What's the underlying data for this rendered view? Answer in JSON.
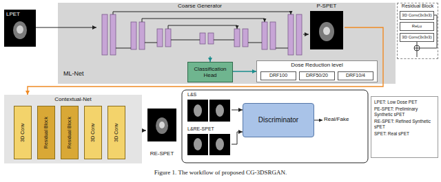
{
  "diagram": {
    "caption": "Figure 1. The workflow of proposed CG-3DSRGAN.",
    "nodes": [
      {
        "text": [
          "LPET"
        ]
      },
      {
        "text": [
          "ML-Net"
        ]
      },
      {
        "text": [
          "Coarse Generator"
        ],
        "in": 1
      },
      {
        "text": [
          "P-SPET"
        ],
        "in": 1
      },
      {
        "text": [
          "Classification Head"
        ],
        "in": 1
      },
      {
        "text": [
          "Dose Reduction level"
        ],
        "in": 1
      },
      {
        "text": [
          "DRF100"
        ],
        "in": 5
      },
      {
        "text": [
          "DRF50/20"
        ],
        "in": 5
      },
      {
        "text": [
          "DRF10/4"
        ],
        "in": 5
      },
      {
        "text": [
          "Residual Block"
        ]
      },
      {
        "text": [
          "3D Conv(3x3x3)"
        ],
        "in": 9
      },
      {
        "text": [
          "ReLu"
        ],
        "in": 9
      },
      {
        "text": [
          "3D Conv(3x3x3)"
        ],
        "in": 9
      },
      {
        "text": [
          "Contextual-Net"
        ]
      },
      {
        "text": [
          "3D Conv"
        ],
        "in": 13
      },
      {
        "text": [
          "Residual Block"
        ],
        "in": 13
      },
      {
        "text": [
          "Residual Block"
        ],
        "in": 13
      },
      {
        "text": [
          "3D Conv"
        ],
        "in": 13
      },
      {
        "text": [
          "3D Conv"
        ],
        "in": 13
      },
      {
        "text": [
          "RE-SPET"
        ]
      },
      {
        "text": [
          "L&S"
        ]
      },
      {
        "text": [
          "L&RE-SPET"
        ]
      },
      {
        "text": [
          "Discriminator"
        ]
      },
      {
        "text": [
          "LPET: Low Dose PET",
          "PE-SPET: Preliminary Synthetic sPET",
          "RE-SPET: Refined Synthetic sPET",
          "SPET: Real sPET"
        ]
      }
    ],
    "edges": [
      {
        "from": 0,
        "to": 2,
        "arrow": "to"
      },
      {
        "from": 2,
        "to": 3,
        "arrow": "to"
      },
      {
        "from": 2,
        "to": 4,
        "arrow": "to"
      },
      {
        "from": 4,
        "to": 5,
        "arrow": "to"
      },
      {
        "from": 3,
        "to": 13,
        "arrow": "to"
      },
      {
        "from": 13,
        "to": 19,
        "arrow": "to"
      },
      {
        "from": 20,
        "to": 22,
        "arrow": "to"
      },
      {
        "from": 21,
        "to": 22,
        "arrow": "to"
      }
    ],
    "labels": [
      "Real/Fake"
    ]
  }
}
